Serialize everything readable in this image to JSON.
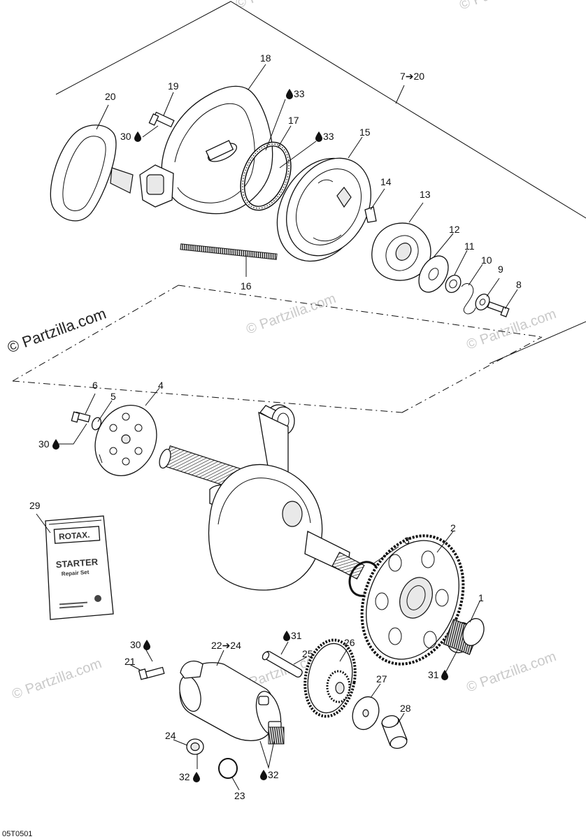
{
  "watermark_main": "© Partzilla.com",
  "watermark_faint": "© Partzilla.com",
  "diagram_code": "05T0501",
  "book": {
    "brand": "ROTAX.",
    "title": "STARTER",
    "subtitle": "Repair Set"
  },
  "callouts": [
    {
      "id": "c1",
      "text": "1"
    },
    {
      "id": "c2",
      "text": "2"
    },
    {
      "id": "c3",
      "text": "3"
    },
    {
      "id": "c4",
      "text": "4"
    },
    {
      "id": "c5",
      "text": "5"
    },
    {
      "id": "c6",
      "text": "6"
    },
    {
      "id": "c7",
      "text": "7➔20"
    },
    {
      "id": "c8",
      "text": "8"
    },
    {
      "id": "c9",
      "text": "9"
    },
    {
      "id": "c10",
      "text": "10"
    },
    {
      "id": "c11",
      "text": "11"
    },
    {
      "id": "c12",
      "text": "12"
    },
    {
      "id": "c13",
      "text": "13"
    },
    {
      "id": "c14",
      "text": "14"
    },
    {
      "id": "c15",
      "text": "15"
    },
    {
      "id": "c16",
      "text": "16"
    },
    {
      "id": "c17",
      "text": "17"
    },
    {
      "id": "c18",
      "text": "18"
    },
    {
      "id": "c19",
      "text": "19"
    },
    {
      "id": "c20",
      "text": "20"
    },
    {
      "id": "c21",
      "text": "21"
    },
    {
      "id": "c22",
      "text": "22➔24"
    },
    {
      "id": "c23",
      "text": "23"
    },
    {
      "id": "c24",
      "text": "24"
    },
    {
      "id": "c25",
      "text": "25"
    },
    {
      "id": "c26",
      "text": "26"
    },
    {
      "id": "c27",
      "text": "27"
    },
    {
      "id": "c28",
      "text": "28"
    },
    {
      "id": "c29",
      "text": "29"
    },
    {
      "id": "c30a",
      "text": "30"
    },
    {
      "id": "c30b",
      "text": "30"
    },
    {
      "id": "c30c",
      "text": "30"
    },
    {
      "id": "c31a",
      "text": "31"
    },
    {
      "id": "c31b",
      "text": "31"
    },
    {
      "id": "c32a",
      "text": "32"
    },
    {
      "id": "c32b",
      "text": "32"
    },
    {
      "id": "c33a",
      "text": "33"
    },
    {
      "id": "c33b",
      "text": "33"
    }
  ]
}
